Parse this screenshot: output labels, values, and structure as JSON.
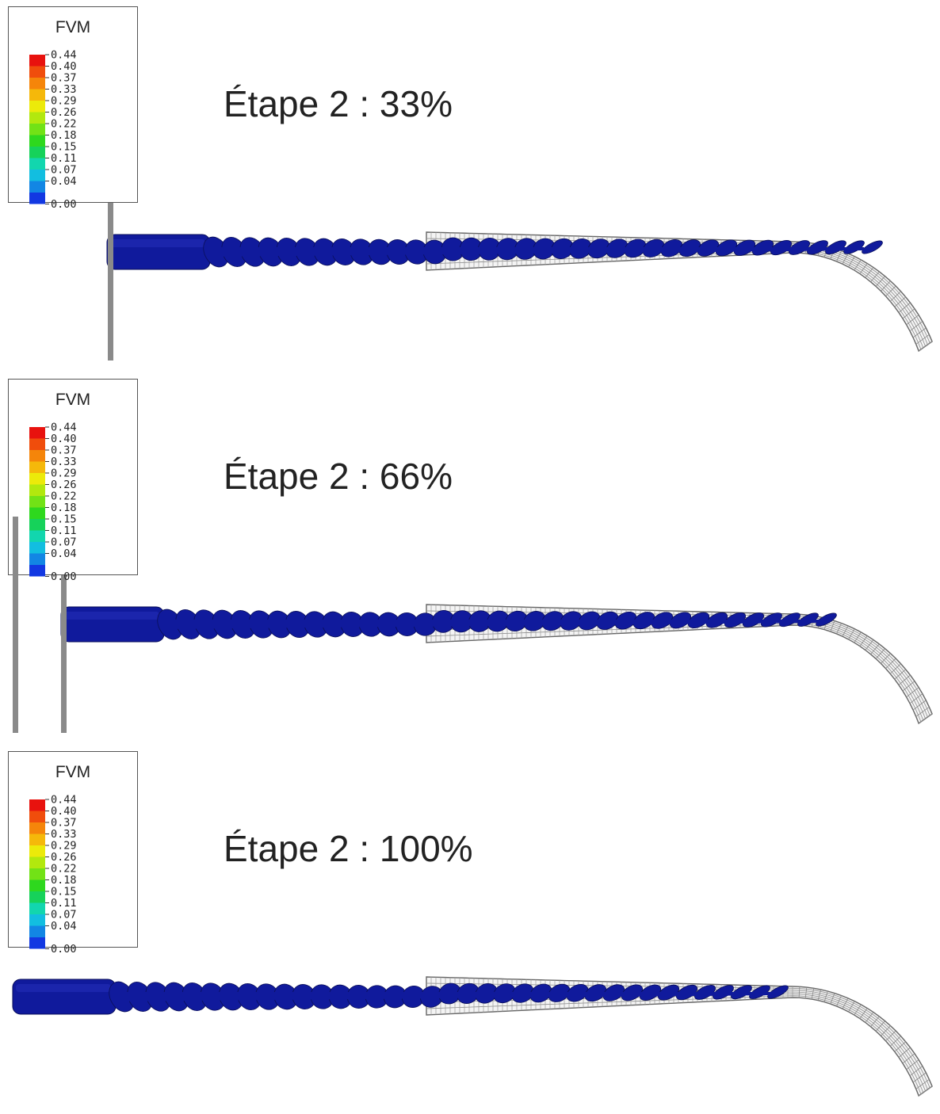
{
  "colorbar": {
    "title": "FVM",
    "values": [
      "0.44",
      "0.40",
      "0.37",
      "0.33",
      "0.29",
      "0.26",
      "0.22",
      "0.18",
      "0.15",
      "0.11",
      "0.07",
      "0.04",
      "0.00"
    ],
    "colors": [
      "#e8120e",
      "#f04d0c",
      "#f5850a",
      "#f5b80a",
      "#ecea0a",
      "#b2e80e",
      "#72e216",
      "#2ed81e",
      "#16d25a",
      "#12d6ae",
      "#12bee0",
      "#1286e4",
      "#1238e2"
    ]
  },
  "panels": [
    {
      "title": "Étape 2 : 33%"
    },
    {
      "title": "Étape 2 : 66%"
    },
    {
      "title": "Étape 2 : 100%"
    }
  ],
  "colors": {
    "file_blue": "#101a9c",
    "canal_mesh": "#666666",
    "rod": "#8a8a8a"
  }
}
